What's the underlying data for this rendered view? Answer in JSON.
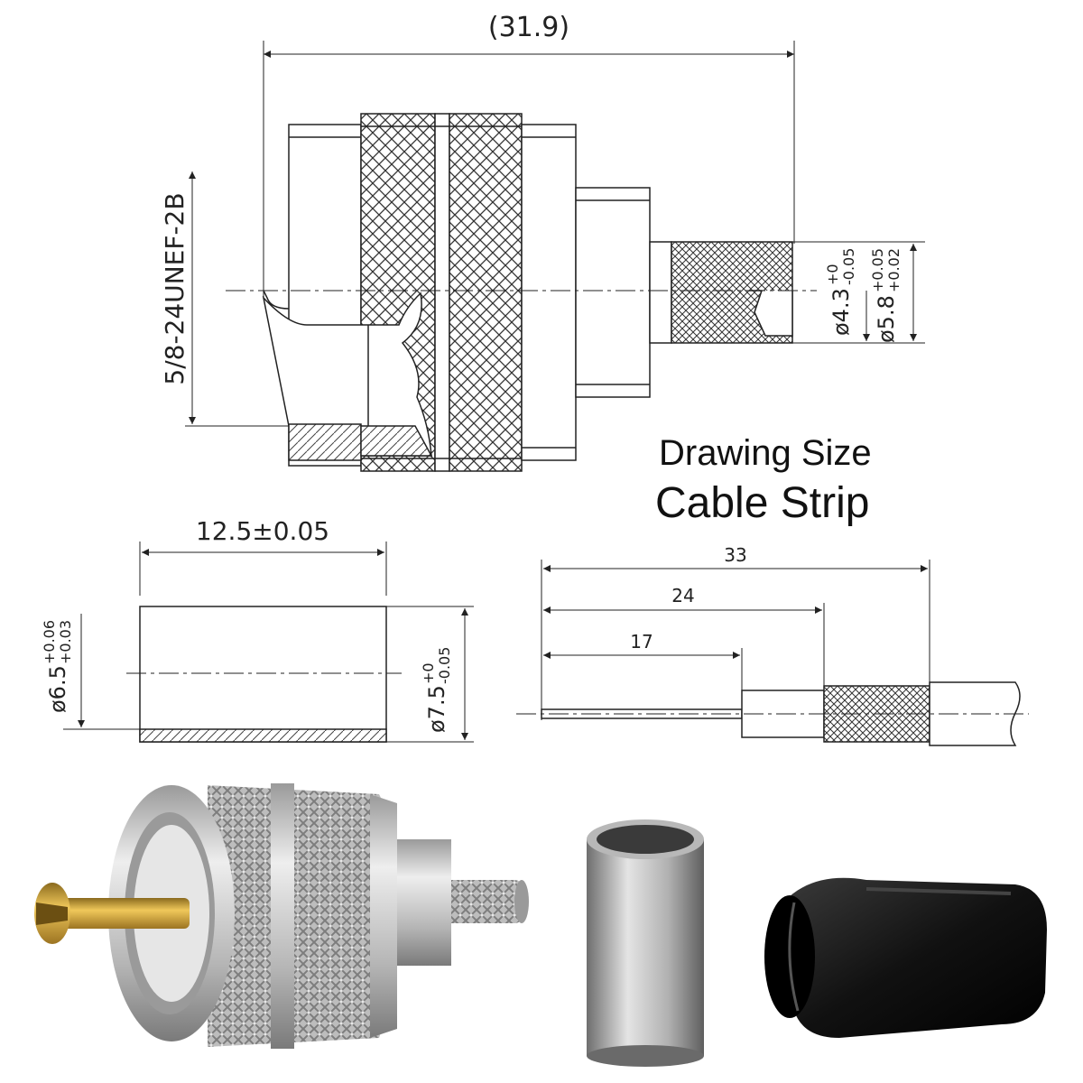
{
  "diagram": {
    "headings": {
      "line1": "Drawing Size",
      "line2": "Cable Strip"
    },
    "connector": {
      "overall_length": "(31.9)",
      "thread": "5/8-24UNEF-2B",
      "inner_dia_base": "ø4.3",
      "inner_dia_tol_upper": "+0",
      "inner_dia_tol_lower": "-0.05",
      "outer_dia_base": "ø5.8",
      "outer_dia_tol_upper": "+0.05",
      "outer_dia_tol_lower": "+0.02"
    },
    "ferrule": {
      "length": "12.5±0.05",
      "inner_dia_base": "ø6.5",
      "inner_dia_tol_upper": "+0.06",
      "inner_dia_tol_lower": "+0.03",
      "outer_dia_base": "ø7.5",
      "outer_dia_tol_upper": "+0",
      "outer_dia_tol_lower": "-0.05"
    },
    "cable_strip": {
      "total": "33",
      "mid": "24",
      "inner": "17"
    }
  },
  "photo": {
    "items": [
      "uhf-plug-connector",
      "crimp-ferrule",
      "heat-shrink-tube"
    ],
    "colors": {
      "silver": "#c9c9c9",
      "gold": "#d4a43a",
      "black": "#151515"
    }
  }
}
